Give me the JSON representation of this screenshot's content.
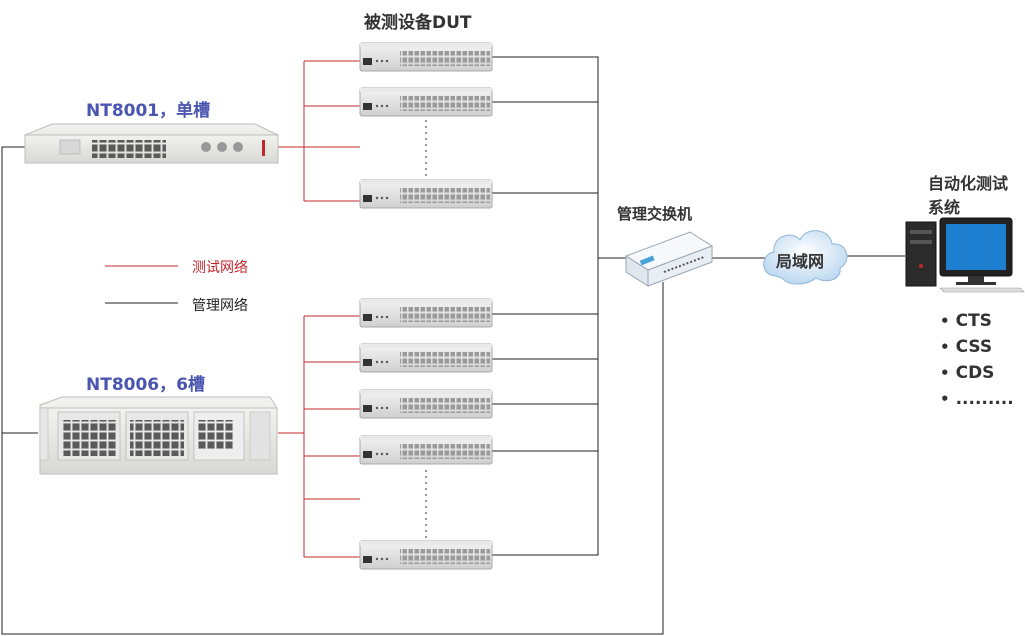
{
  "dut_title": "被测设备DUT",
  "nt8001_title": "NT8001，单槽",
  "nt8006_title": "NT8006，6槽",
  "legend": {
    "test_network": "测试网络",
    "mgmt_network": "管理网络",
    "test_color": "#c0282d",
    "mgmt_color": "#222222"
  },
  "switch_title": "管理交换机",
  "lan_label": "局域网",
  "auto_system_title": "自动化测试系统",
  "systems": [
    "CTS",
    "CSS",
    "CDS",
    "........."
  ]
}
